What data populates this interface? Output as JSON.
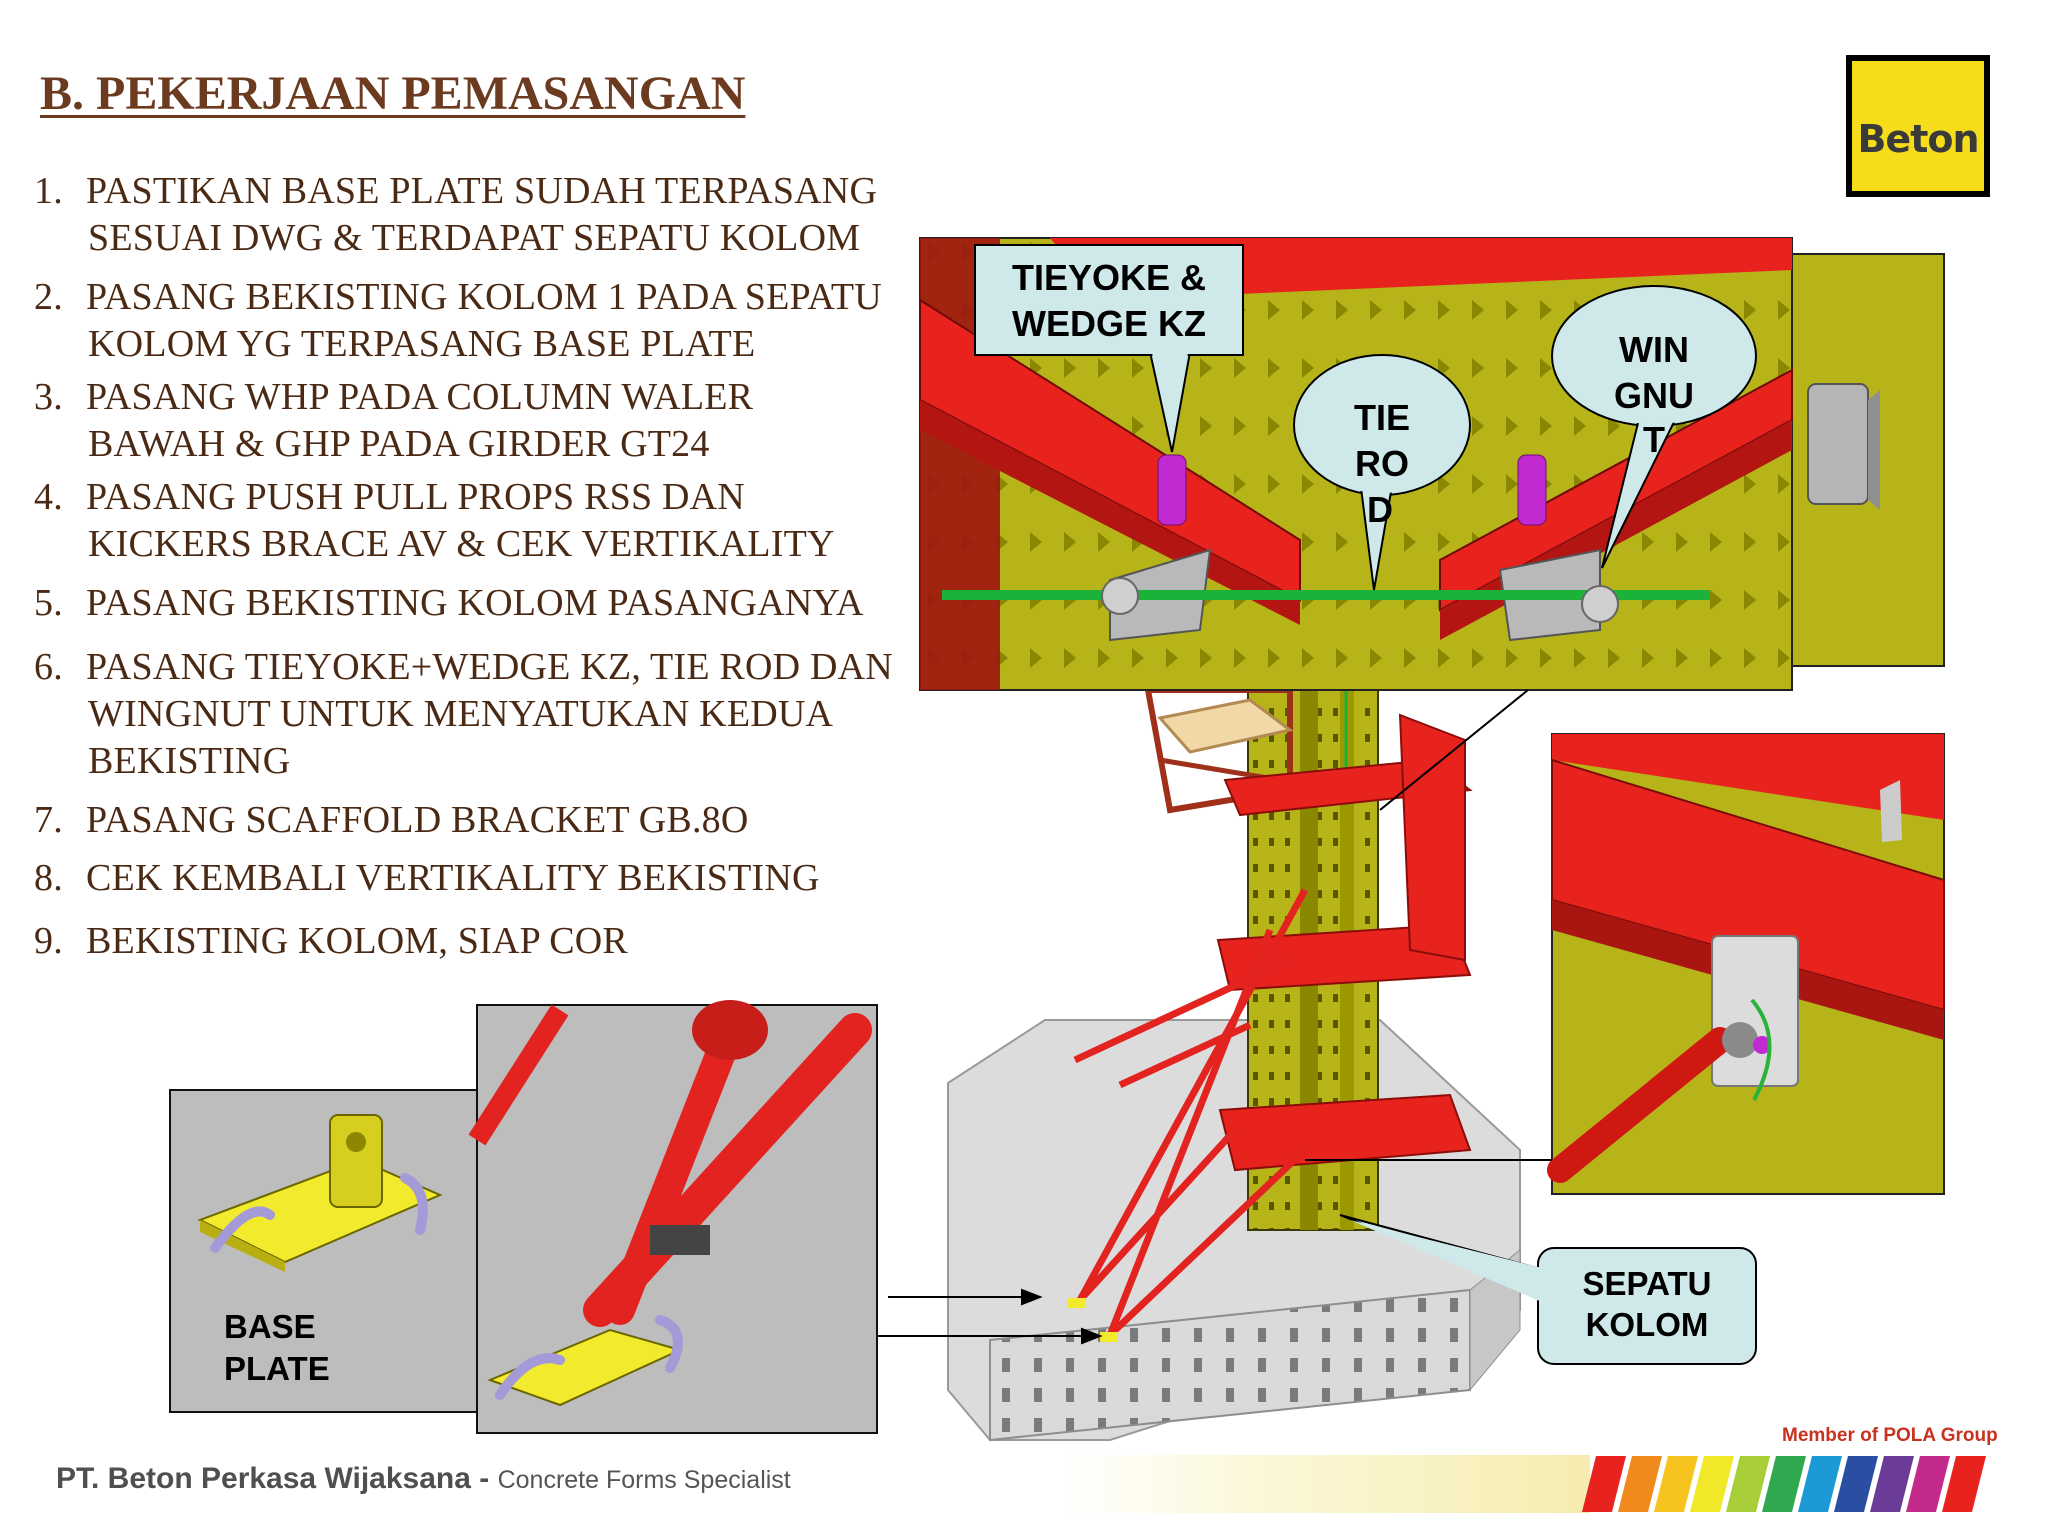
{
  "title": "B. PEKERJAAN PEMASANGAN",
  "steps": [
    {
      "num": "1.",
      "line1": "PASTIKAN BASE PLATE SUDAH TERPASANG",
      "line2": "SESUAI DWG & TERDAPAT SEPATU KOLOM"
    },
    {
      "num": "2.",
      "line1": "PASANG BEKISTING KOLOM 1 PADA SEPATU",
      "line2": "KOLOM YG TERPASANG BASE PLATE"
    },
    {
      "num": "3.",
      "line1": "PASANG WHP PADA COLUMN WALER",
      "line2": "BAWAH & GHP PADA GIRDER GT24"
    },
    {
      "num": "4.",
      "line1": "PASANG PUSH PULL PROPS RSS DAN",
      "line2": "KICKERS BRACE AV & CEK VERTIKALITY"
    },
    {
      "num": "5.",
      "line1": "PASANG BEKISTING KOLOM PASANGANYA",
      "line2": ""
    },
    {
      "num": "6.",
      "line1": "PASANG TIEYOKE+WEDGE KZ, TIE ROD DAN",
      "line2": "WINGNUT UNTUK MENYATUKAN KEDUA",
      "line3": "BEKISTING"
    },
    {
      "num": "7.",
      "line1": "PASANG SCAFFOLD BRACKET GB.8O",
      "line2": ""
    },
    {
      "num": "8.",
      "line1": "CEK KEMBALI VERTIKALITY BEKISTING",
      "line2": ""
    },
    {
      "num": "9.",
      "line1": "BEKISTING KOLOM, SIAP COR",
      "line2": ""
    }
  ],
  "logo": {
    "text": "Beton",
    "bg": "#f5dd1b"
  },
  "callouts": {
    "tieyoke_1": "TIEYOKE &",
    "tieyoke_2": "WEDGE KZ",
    "tierod_1": "TIE",
    "tierod_2": "RO",
    "tierod_3": "D",
    "wingnut_1": "WIN",
    "wingnut_2": "GNU",
    "wingnut_3": "T",
    "sepatu_1": "SEPATU",
    "sepatu_2": "KOLOM",
    "baseplate_1": "BASE",
    "baseplate_2": "PLATE"
  },
  "footer": {
    "company": "PT. Beton Perkasa Wijaksana",
    "separator": " - ",
    "tagline": "Concrete Forms Specialist",
    "member": "Member of POLA Group"
  },
  "colors": {
    "title": "#6b3a1f",
    "text": "#4a2a14",
    "formwork_red": "#e8231e",
    "timber_olive": "#b7b41a",
    "callout_fill": "#cfe8ea",
    "stripes": [
      "#e8231e",
      "#f08a1c",
      "#f6c21d",
      "#f1e82a",
      "#a9cf38",
      "#2fa84f",
      "#1c9ad6",
      "#2a4ea1",
      "#6a3c97",
      "#c32a8b",
      "#e8231e"
    ]
  }
}
